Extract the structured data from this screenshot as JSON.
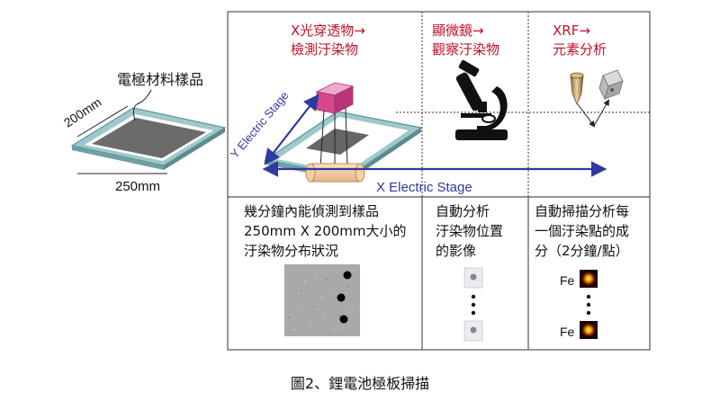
{
  "left": {
    "sample_label": "電極材料樣品",
    "dim_200": "200mm",
    "dim_250": "250mm"
  },
  "headers": {
    "xray": [
      "X光穿透物→",
      "檢測汙染物"
    ],
    "microscope": [
      "顯微鏡→",
      "觀察汙染物"
    ],
    "xrf": [
      "XRF→",
      "元素分析"
    ]
  },
  "stage": {
    "y_label": "Y Electric Stage",
    "x_label": "X Electric Stage"
  },
  "descriptions": {
    "col1": [
      "幾分鐘內能偵測到樣品",
      "250mm X 200mm大小的",
      "汙染物分布狀況"
    ],
    "col2": [
      "自動分析",
      "汙染物位置",
      "的影像"
    ],
    "col3": [
      "自動掃描分析每",
      "一個汙染點的成",
      "分（2分鐘/點）"
    ]
  },
  "element_label": "Fe",
  "caption": "圖2、鋰電池極板掃描",
  "colors": {
    "header_red": "#c0102a",
    "stage_blue": "#2f3aa0",
    "plate_teal": "#7fb3b5",
    "sample_gray": "#6b6b6b",
    "xray_pink": "#d6478e"
  }
}
